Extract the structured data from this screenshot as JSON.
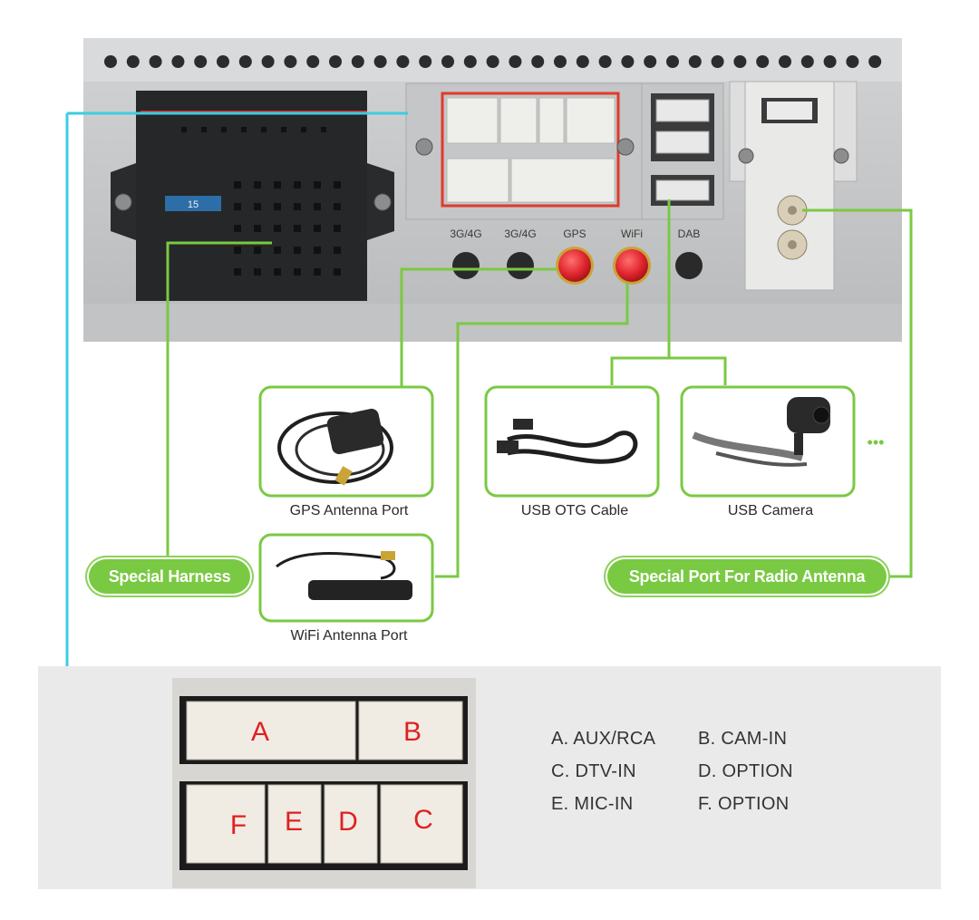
{
  "port_labels": [
    "3G/4G",
    "3G/4G",
    "GPS",
    "WiFi",
    "DAB"
  ],
  "fuse_label": "15",
  "accessories": {
    "gps": "GPS Antenna Port",
    "usb_otg": "USB OTG Cable",
    "usb_camera": "USB Camera",
    "wifi": "WiFi Antenna Port"
  },
  "callouts": {
    "special_harness": "Special Harness",
    "radio_antenna": "Special Port For Radio Antenna"
  },
  "ellipsis": "•••",
  "connector_letters": [
    "A",
    "B",
    "F",
    "E",
    "D",
    "C"
  ],
  "connector_legend": [
    "A. AUX/RCA",
    "B. CAM-IN",
    "C. DTV-IN",
    "D. OPTION",
    "E. MIC-IN",
    "F. OPTION"
  ],
  "colors": {
    "callout_green": "#7ac943",
    "line_green": "#7ac943",
    "line_cyan": "#3ccde0",
    "panel_silver": "#c9cacb",
    "antenna_red": "#e0262f",
    "letter_red": "#e02020"
  }
}
